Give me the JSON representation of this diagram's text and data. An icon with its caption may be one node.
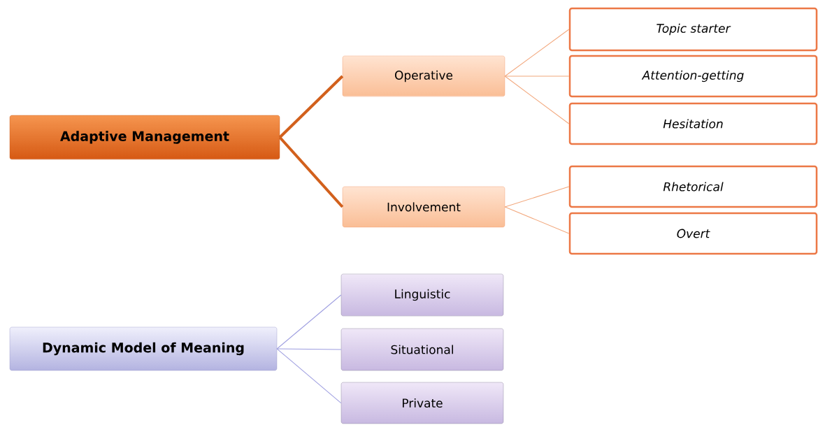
{
  "diagram": {
    "nodes": [
      {
        "text": [
          "Adaptive Management"
        ]
      },
      {
        "text": [
          "Operative"
        ]
      },
      {
        "text": [
          "Involvement"
        ]
      },
      {
        "text": [
          "Topic starter"
        ]
      },
      {
        "text": [
          "Attention-getting"
        ]
      },
      {
        "text": [
          "Hesitation"
        ]
      },
      {
        "text": [
          "Rhetorical"
        ]
      },
      {
        "text": [
          "Overt"
        ]
      },
      {
        "text": [
          "Dynamic Model of Meaning"
        ]
      },
      {
        "text": [
          "Linguistic"
        ]
      },
      {
        "text": [
          "Situational"
        ]
      },
      {
        "text": [
          "Private"
        ]
      }
    ],
    "edges": [
      {
        "from": 0,
        "to": 1,
        "arrow": "none",
        "style": "thick",
        "color": "#d2601c"
      },
      {
        "from": 0,
        "to": 2,
        "arrow": "none",
        "style": "thick",
        "color": "#d2601c"
      },
      {
        "from": 1,
        "to": 3,
        "arrow": "none",
        "color": "#f2a77c"
      },
      {
        "from": 1,
        "to": 4,
        "arrow": "none",
        "color": "#f2a77c"
      },
      {
        "from": 1,
        "to": 5,
        "arrow": "none",
        "color": "#f2a77c"
      },
      {
        "from": 2,
        "to": 6,
        "arrow": "none",
        "color": "#f2a77c"
      },
      {
        "from": 2,
        "to": 7,
        "arrow": "none",
        "color": "#f2a77c"
      },
      {
        "from": 8,
        "to": 9,
        "arrow": "none",
        "color": "#9d9de0"
      },
      {
        "from": 8,
        "to": 10,
        "arrow": "none",
        "color": "#9d9de0"
      },
      {
        "from": 8,
        "to": 11,
        "arrow": "none",
        "color": "#9d9de0"
      }
    ]
  }
}
